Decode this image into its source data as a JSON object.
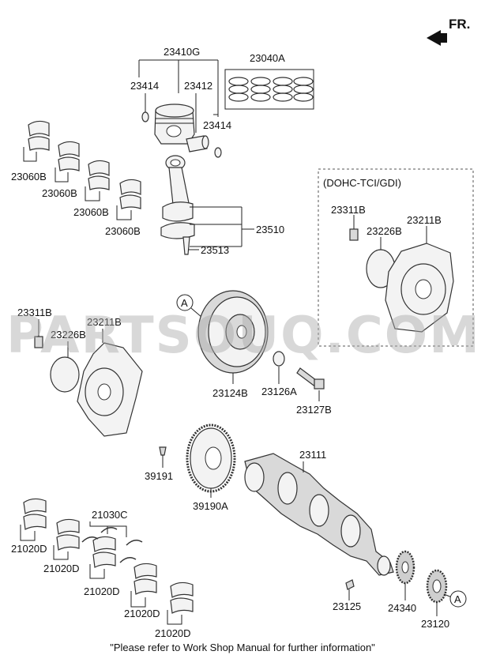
{
  "header": {
    "direction_label": "FR."
  },
  "variant_box": {
    "label": "(DOHC-TCI/GDI)"
  },
  "watermark": {
    "text": "PARTSOUQ.COM"
  },
  "callout": {
    "letter": "A"
  },
  "labels": {
    "piston_assy": "23410G",
    "ring_set": "23040A",
    "snap_ring_left": "23414",
    "piston_pin": "23412",
    "snap_ring_right": "23414",
    "bearing_1": "23060B",
    "bearing_2": "23060B",
    "bearing_3": "23060B",
    "bearing_4": "23060B",
    "connecting_rod": "23510",
    "rod_bolt": "23513",
    "bolt_gdi": "23311B",
    "shim_gdi": "23226B",
    "flywheel_gdi": "23211B",
    "bolt_left": "23311B",
    "flywheel_left": "23211B",
    "shim_left": "23226B",
    "pulley": "23124B",
    "washer": "23126A",
    "pulley_bolt": "23127B",
    "crankshaft": "23111",
    "pin": "39191",
    "target_wheel": "39190A",
    "thrust_washer": "21030C",
    "main_bearing_1": "21020D",
    "main_bearing_2": "21020D",
    "main_bearing_3": "21020D",
    "main_bearing_4": "21020D",
    "main_bearing_5": "21020D",
    "key": "23125",
    "sprocket_1": "24340",
    "sprocket_2": "23120"
  },
  "footer": {
    "note": "\"Please refer to Work Shop Manual for further information\""
  }
}
